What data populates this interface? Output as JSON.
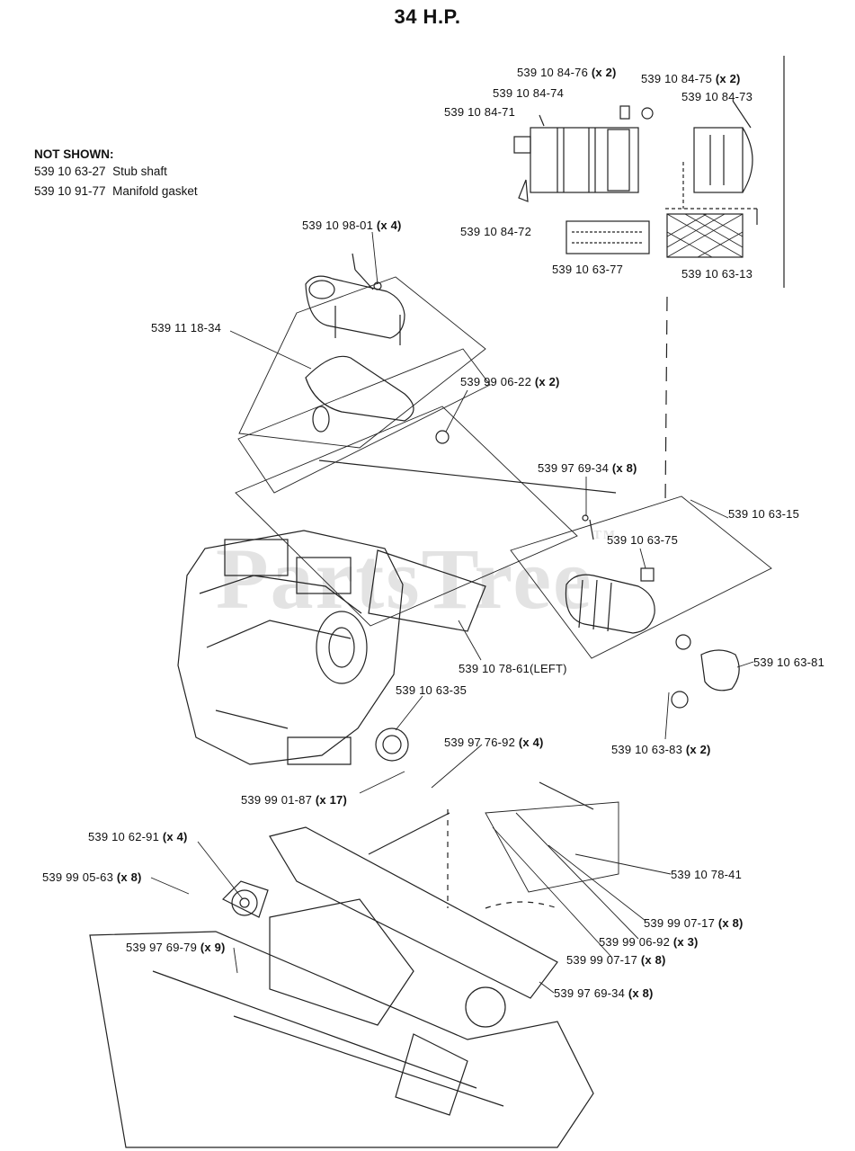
{
  "title": "34 H.P.",
  "watermark": {
    "text": "PartsTree",
    "tm": "TM"
  },
  "not_shown": {
    "heading": "NOT SHOWN:",
    "items": [
      {
        "part": "539 10 63-27",
        "desc": "Stub shaft"
      },
      {
        "part": "539 10 91-77",
        "desc": "Manifold gasket"
      }
    ]
  },
  "labels": [
    {
      "part": "539 10 84-76",
      "qty": "(x 2)"
    },
    {
      "part": "539 10 84-75",
      "qty": "(x 2)"
    },
    {
      "part": "539 10 84-74",
      "qty": ""
    },
    {
      "part": "539 10 84-73",
      "qty": ""
    },
    {
      "part": "539 10 84-71",
      "qty": ""
    },
    {
      "part": "539 10 84-72",
      "qty": ""
    },
    {
      "part": "539 10 63-77",
      "qty": ""
    },
    {
      "part": "539 10 63-13",
      "qty": ""
    },
    {
      "part": "539 10 98-01",
      "qty": "(x 4)"
    },
    {
      "part": "539 11 18-34",
      "qty": ""
    },
    {
      "part": "539 99 06-22",
      "qty": "(x 2)"
    },
    {
      "part": "539 97 69-34",
      "qty": "(x 8)"
    },
    {
      "part": "539 10 63-15",
      "qty": ""
    },
    {
      "part": "539 10 63-75",
      "qty": ""
    },
    {
      "part": "539 10 78-61(LEFT)",
      "qty": ""
    },
    {
      "part": "539 10 63-81",
      "qty": ""
    },
    {
      "part": "539 10 63-35",
      "qty": ""
    },
    {
      "part": "539 10 63-83",
      "qty": "(x 2)"
    },
    {
      "part": "539 97 76-92",
      "qty": "(x 4)"
    },
    {
      "part": "539 99 01-87",
      "qty": "(x 17)"
    },
    {
      "part": "539 10 62-91",
      "qty": "(x 4)"
    },
    {
      "part": "539 99 05-63",
      "qty": "(x 8)"
    },
    {
      "part": "539 10 78-41",
      "qty": ""
    },
    {
      "part": "539 99 07-17",
      "qty": "(x 8)"
    },
    {
      "part": "539 99 06-92",
      "qty": "(x 3)"
    },
    {
      "part": "539 97 69-79",
      "qty": "(x 9)"
    },
    {
      "part": "539 99 07-17",
      "qty": "(x 8)"
    },
    {
      "part": "539 97 69-34",
      "qty": "(x 8)"
    }
  ]
}
